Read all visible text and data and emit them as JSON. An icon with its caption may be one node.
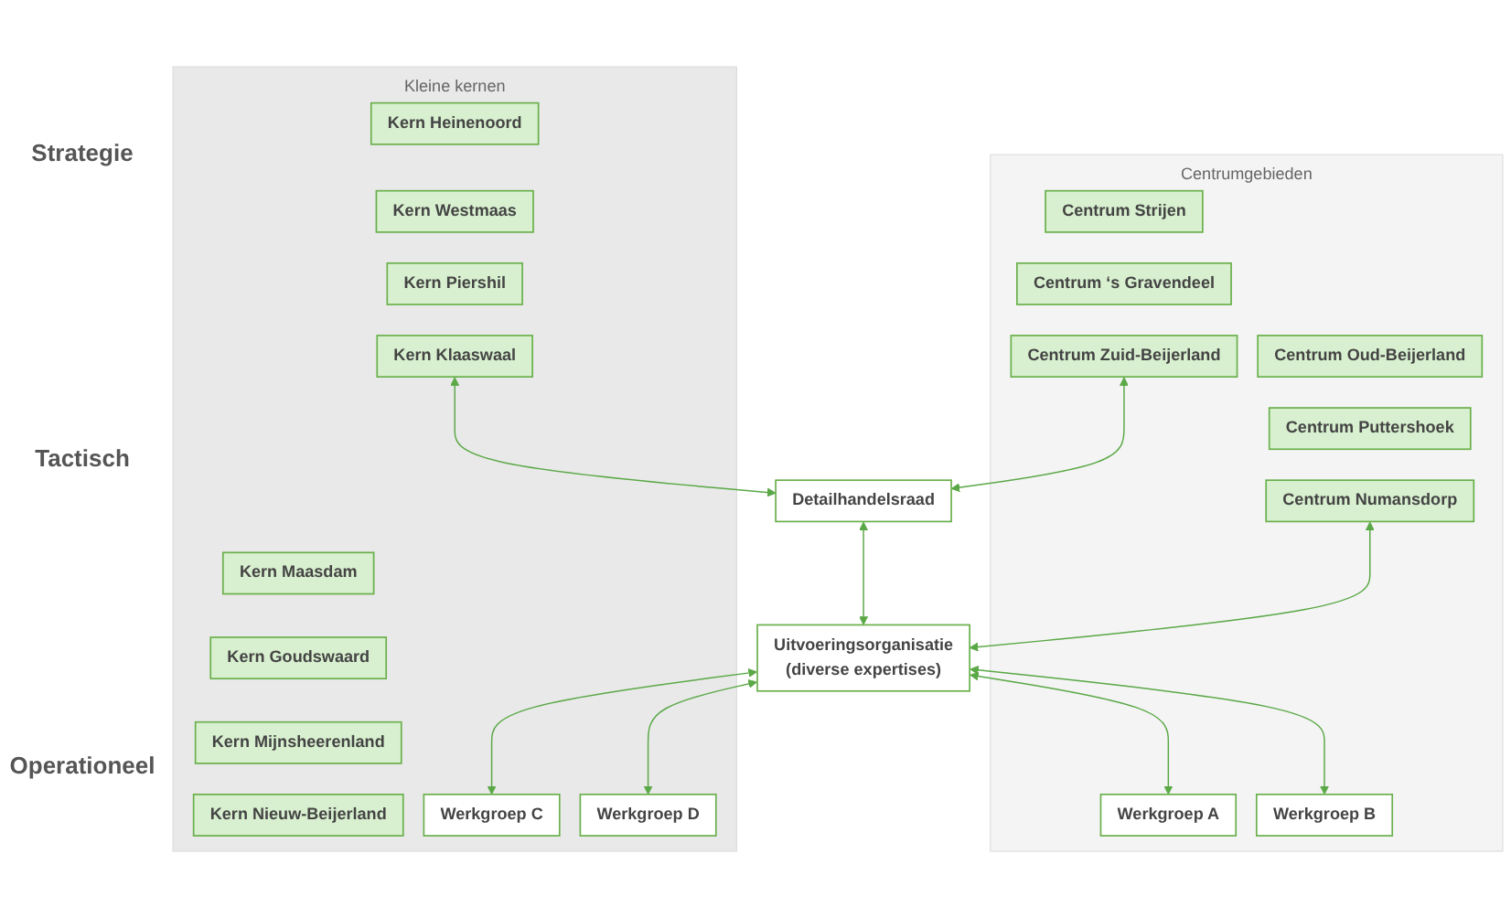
{
  "diagram": {
    "nodes": [
      {
        "text": [
          "Centrumgebieden"
        ]
      },
      {
        "text": [
          "Kleine kernen"
        ]
      },
      {
        "text": [
          "Kern Heinenoord"
        ],
        "in": 1
      },
      {
        "text": [
          "Kern Maasdam"
        ],
        "in": 1
      },
      {
        "text": [
          "Centrum Oud-Beijerland"
        ],
        "in": 0
      },
      {
        "text": [
          "Centrum Strijen"
        ],
        "in": 0
      },
      {
        "text": [
          "Kern Westmaas"
        ],
        "in": 1
      },
      {
        "text": [
          "Kern Goudswaard"
        ],
        "in": 1
      },
      {
        "text": [
          "Centrum Puttershoek"
        ],
        "in": 0
      },
      {
        "text": [
          "Centrum ‘s Gravendeel"
        ],
        "in": 0
      },
      {
        "text": [
          "Kern Piershil"
        ],
        "in": 1
      },
      {
        "text": [
          "Kern Mijnsheerenland"
        ],
        "in": 1
      },
      {
        "text": [
          "Centrum Numansdorp"
        ],
        "in": 0
      },
      {
        "text": [
          "Centrum Zuid-Beijerland"
        ],
        "in": 0
      },
      {
        "text": [
          "Kern Klaaswaal"
        ],
        "in": 1
      },
      {
        "text": [
          "Kern Nieuw-Beijerland"
        ],
        "in": 1
      },
      {
        "text": [
          "Detailhandelsraad"
        ]
      },
      {
        "text": [
          "Uitvoeringsorganisatie",
          "(diverse expertises)"
        ]
      },
      {
        "text": [
          "Werkgroep A"
        ],
        "in": 0
      },
      {
        "text": [
          "Werkgroep B"
        ],
        "in": 0
      },
      {
        "text": [
          "Werkgroep C"
        ],
        "in": 1
      },
      {
        "text": [
          "Werkgroep D"
        ],
        "in": 1
      }
    ],
    "edges": [
      {
        "from": 12,
        "to": 17,
        "arrow": "both"
      },
      {
        "from": 13,
        "to": 16,
        "arrow": "both"
      },
      {
        "from": 14,
        "to": 16,
        "arrow": "both"
      },
      {
        "from": 16,
        "to": 17,
        "arrow": "both"
      },
      {
        "from": 17,
        "to": 18,
        "arrow": "both"
      },
      {
        "from": 17,
        "to": 19,
        "arrow": "both"
      },
      {
        "from": 17,
        "to": 20,
        "arrow": "both"
      },
      {
        "from": 17,
        "to": 21,
        "arrow": "both"
      }
    ],
    "labels": [
      "Strategie",
      "Tactisch",
      "Operationeel"
    ]
  }
}
